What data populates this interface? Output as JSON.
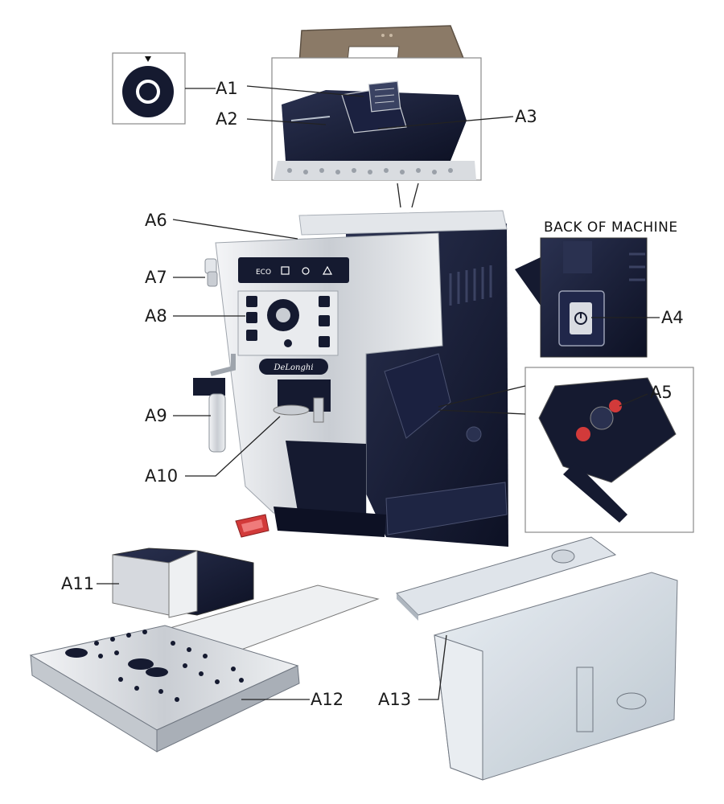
{
  "callouts": {
    "a1": "A1",
    "a2": "A2",
    "a3": "A3",
    "a4": "A4",
    "a5": "A5",
    "a6": "A6",
    "a7": "A7",
    "a8": "A8",
    "a9": "A9",
    "a10": "A10",
    "a11": "A11",
    "a12": "A12",
    "a13": "A13"
  },
  "captions": {
    "back_of_machine": "BACK OF MACHINE"
  },
  "control_panel": {
    "eco": "ECO",
    "brand": "DeLonghi"
  },
  "colors": {
    "machine_dark": "#141a33",
    "silver": "#d6d9de",
    "lid_brown": "#8b7a67",
    "red_part": "#d23a3a",
    "frame_grey": "#8a8a8a"
  }
}
